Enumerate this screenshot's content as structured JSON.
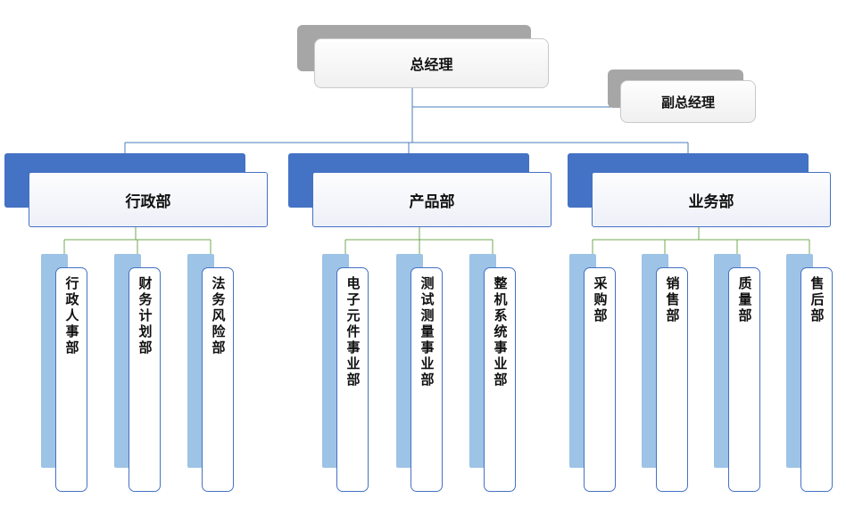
{
  "chart_title": "",
  "colors": {
    "gray_shadow": "#a6a6a6",
    "blue_shadow": "#4472c4",
    "light_blue_shadow": "#9dc3e6",
    "blue_connector": "#4a7ebb",
    "green_connector": "#71a850",
    "node_border_blue": "#4472c4",
    "top_node_border": "#c9c9c9"
  },
  "root": {
    "label": "总经理"
  },
  "deputy": {
    "label": "副总经理"
  },
  "departments": [
    {
      "label": "行政部",
      "children": [
        {
          "label": "行政人事部"
        },
        {
          "label": "财务计划部"
        },
        {
          "label": "法务风险部"
        }
      ]
    },
    {
      "label": "产品部",
      "children": [
        {
          "label": "电子元件事业部"
        },
        {
          "label": "测试测量事业部"
        },
        {
          "label": "整机系统事业部"
        }
      ]
    },
    {
      "label": "业务部",
      "children": [
        {
          "label": "采购部"
        },
        {
          "label": "销售部"
        },
        {
          "label": "质量部"
        },
        {
          "label": "售后部"
        }
      ]
    }
  ]
}
